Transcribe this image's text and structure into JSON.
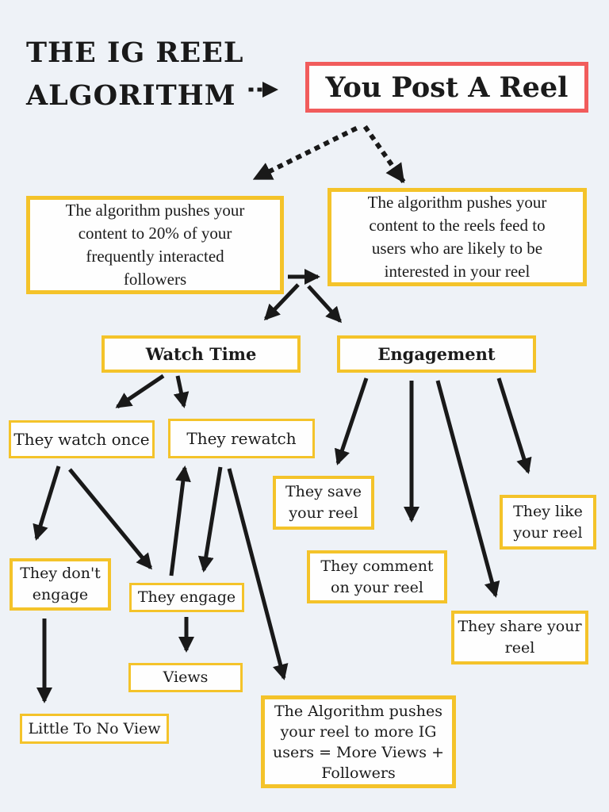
{
  "header": {
    "title": "THE IG REEL\nALGORITHM"
  },
  "colors": {
    "bg": "#eef2f7",
    "yellow": "#f4c32a",
    "red": "#f15c5c",
    "ink": "#191919",
    "box_fill": "#fefefe"
  },
  "nodes": {
    "post_reel": {
      "label": "You Post A Reel"
    },
    "push_followers": {
      "label": "The algorithm pushes your\ncontent to 20% of your\nfrequently interacted\nfollowers"
    },
    "push_feed": {
      "label": "The algorithm pushes your\ncontent to the reels feed to\nusers who are likely to be\ninterested in your reel"
    },
    "watch_time": {
      "label": "Watch Time"
    },
    "engagement": {
      "label": "Engagement"
    },
    "watch_once": {
      "label": "They watch once"
    },
    "rewatch": {
      "label": "They rewatch"
    },
    "save": {
      "label": "They save\nyour reel"
    },
    "like": {
      "label": "They like\nyour reel"
    },
    "comment": {
      "label": "They comment\non your reel"
    },
    "share": {
      "label": "They share your\nreel"
    },
    "dont_engage": {
      "label": "They don't\nengage"
    },
    "engage": {
      "label": "They engage"
    },
    "views": {
      "label": "Views"
    },
    "little_view": {
      "label": "Little To No View"
    },
    "algo_pushes": {
      "label": "The Algorithm pushes\nyour reel to more IG\nusers = More Views +\nFollowers"
    }
  }
}
